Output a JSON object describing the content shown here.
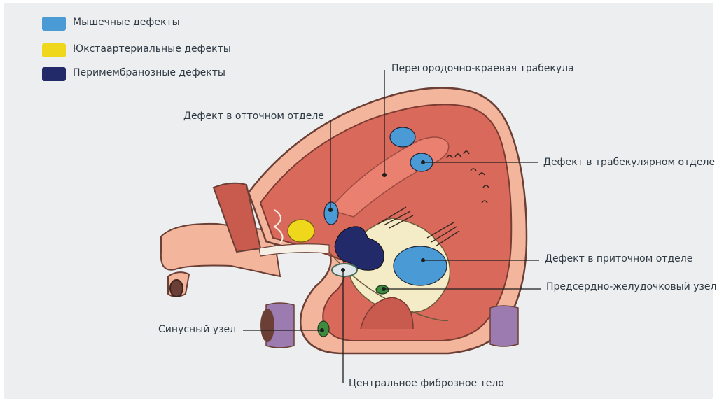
{
  "legend": [
    {
      "label": "Мышечные дефекты",
      "color": "#4a9ad6"
    },
    {
      "label": "Юкстаартериальные дефекты",
      "color": "#efd81c"
    },
    {
      "label": "Перимембранозные дефекты",
      "color": "#232a6a"
    }
  ],
  "labels": {
    "septomarginal_trabecula": "Перегородочно-краевая трабекула",
    "outlet_defect": "Дефект в отточном отделе",
    "trabecular_defect": "Дефект в трабекулярном отделе",
    "inlet_defect": "Дефект в приточном отделе",
    "av_node": "Предсердно-желудочковый узел",
    "sinus_node": "Синусный узел",
    "central_fibrous_body": "Центральное фиброзное тело"
  },
  "colors": {
    "muscular": "#4a9ad6",
    "juxtaarterial": "#efd81c",
    "perimembranous": "#232a6a",
    "outer_wall": "#f3b59c",
    "chamber": "#d96a5b",
    "valve": "#f3ecc7",
    "vein_band": "#9b7bb0",
    "node": "#3e8a3f",
    "leader_line": "#1e1e1e"
  }
}
